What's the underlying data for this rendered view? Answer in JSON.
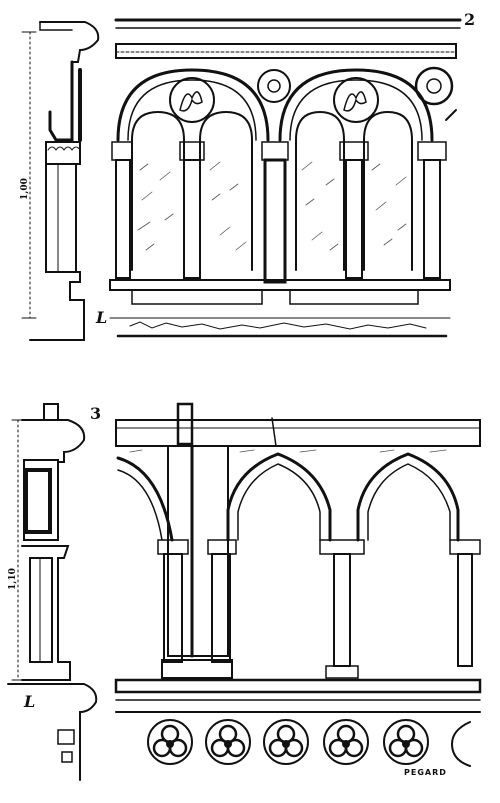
{
  "figures": {
    "top": {
      "number": "2",
      "dimension": "1,00",
      "scale_mark": "L"
    },
    "bottom": {
      "number": "3",
      "dimension": "1,10",
      "scale_mark": "L"
    }
  },
  "signature": "PEGARD",
  "colors": {
    "ink": "#111111",
    "paper": "#ffffff",
    "hatch": "#555555"
  }
}
